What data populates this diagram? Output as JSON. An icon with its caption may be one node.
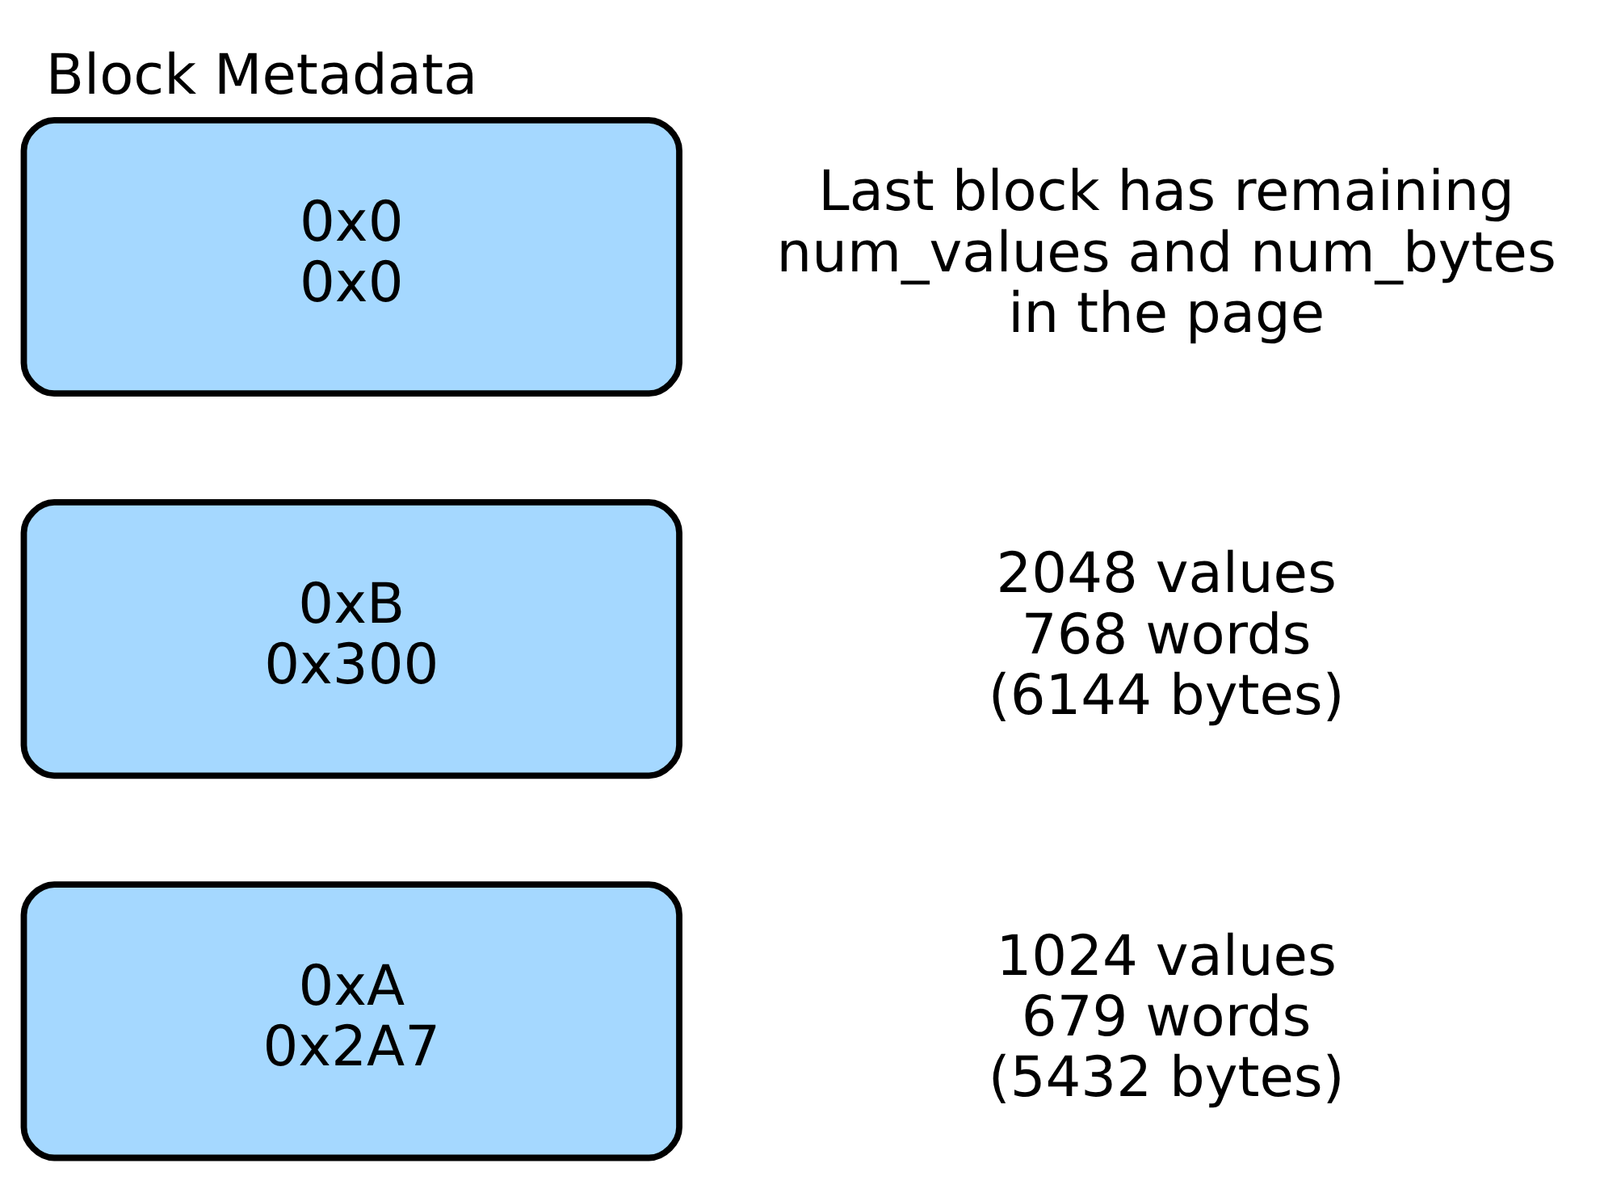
{
  "diagram": {
    "title": "Block Metadata",
    "nodes": [
      {
        "text": [
          "0xA",
          "0x2A7"
        ],
        "beside": [
          "1024 values",
          "679 words",
          "(5432 bytes)"
        ]
      },
      {
        "text": [
          "0xB",
          "0x300"
        ],
        "beside": [
          "2048 values",
          "768 words",
          "(6144 bytes)"
        ]
      },
      {
        "text": [
          "0x0",
          "0x0"
        ],
        "beside": [
          "Last block has remaining num_values and num_bytes in the page"
        ]
      }
    ],
    "edges": []
  }
}
